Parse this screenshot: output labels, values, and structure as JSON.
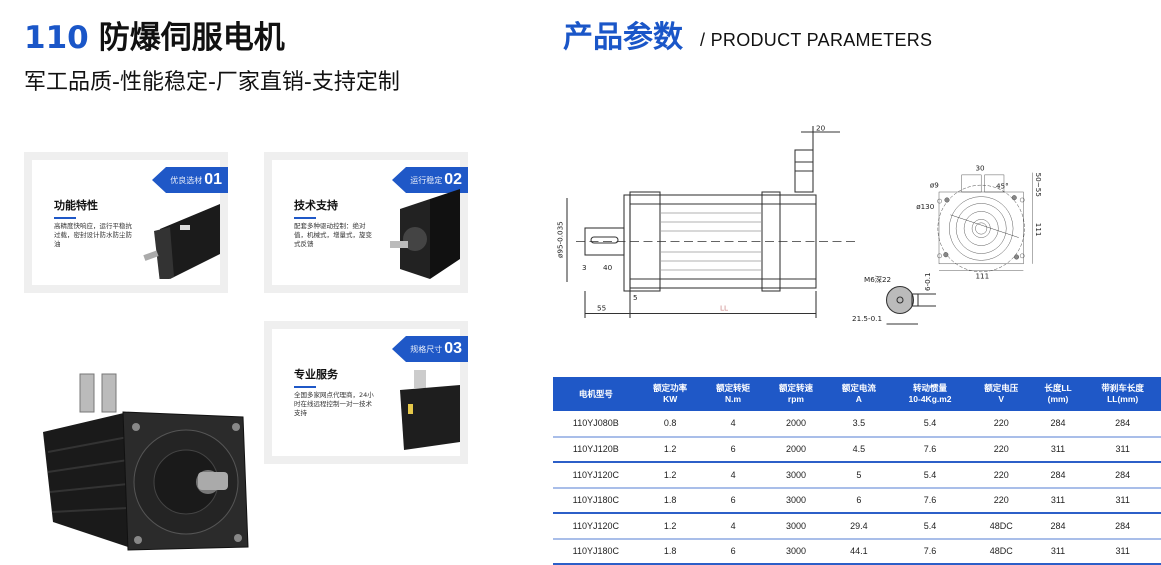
{
  "header": {
    "model_num": "110",
    "title": "防爆伺服电机",
    "subtitle": "军工品质-性能稳定-厂家直销-支持定制"
  },
  "params": {
    "title": "产品参数",
    "subtitle": "/ PRODUCT  PARAMETERS"
  },
  "cards": [
    {
      "badge_label": "优良选材",
      "badge_num": "01",
      "heading": "功能特性",
      "desc": "高精度快响应，运行平稳抗过载，密封设计防水防尘防油"
    },
    {
      "badge_label": "运行稳定",
      "badge_num": "02",
      "heading": "技术支持",
      "desc": "配套多种驱动控制：绝对值，机械式，增量式，旋变式反馈"
    },
    {
      "badge_label": "规格尺寸",
      "badge_num": "03",
      "heading": "专业服务",
      "desc": "全国多家网点代理商，24小时在线远程控制一对一技术支持"
    }
  ],
  "drawing": {
    "labels": {
      "d20": "20",
      "d30": "30",
      "d50": "50~55",
      "phi9": "ø9",
      "deg45": "45°",
      "phi130": "ø130",
      "d111v": "111",
      "d111h": "111",
      "phi95": "ø95-0.035",
      "d3": "3",
      "d40": "40",
      "d5": "5",
      "d55": "55",
      "LL": "LL",
      "m6": "M6深22",
      "d6": "6-0.1",
      "d21": "21.5-0.1"
    }
  },
  "table": {
    "headers": [
      [
        "电机型号",
        ""
      ],
      [
        "额定功率",
        "KW"
      ],
      [
        "额定转矩",
        "N.m"
      ],
      [
        "额定转速",
        "rpm"
      ],
      [
        "额定电流",
        "A"
      ],
      [
        "转动惯量",
        "10-4Kg.m2"
      ],
      [
        "额定电压",
        "V"
      ],
      [
        "长度LL",
        "(mm)"
      ],
      [
        "带刹车长度",
        "LL(mm)"
      ]
    ],
    "rows": [
      [
        "110YJ080B",
        "0.8",
        "4",
        "2000",
        "3.5",
        "5.4",
        "220",
        "284",
        "284"
      ],
      [
        "110YJ120B",
        "1.2",
        "6",
        "2000",
        "4.5",
        "7.6",
        "220",
        "311",
        "311"
      ],
      [
        "110YJ120C",
        "1.2",
        "4",
        "3000",
        "5",
        "5.4",
        "220",
        "284",
        "284"
      ],
      [
        "110YJ180C",
        "1.8",
        "6",
        "3000",
        "6",
        "7.6",
        "220",
        "311",
        "311"
      ],
      [
        "110YJ120C",
        "1.2",
        "4",
        "3000",
        "29.4",
        "5.4",
        "48DC",
        "284",
        "284"
      ],
      [
        "110YJ180C",
        "1.8",
        "6",
        "3000",
        "44.1",
        "7.6",
        "48DC",
        "311",
        "311"
      ]
    ]
  },
  "colors": {
    "accent": "#1f58c7",
    "title_blue": "#1a56c8"
  }
}
